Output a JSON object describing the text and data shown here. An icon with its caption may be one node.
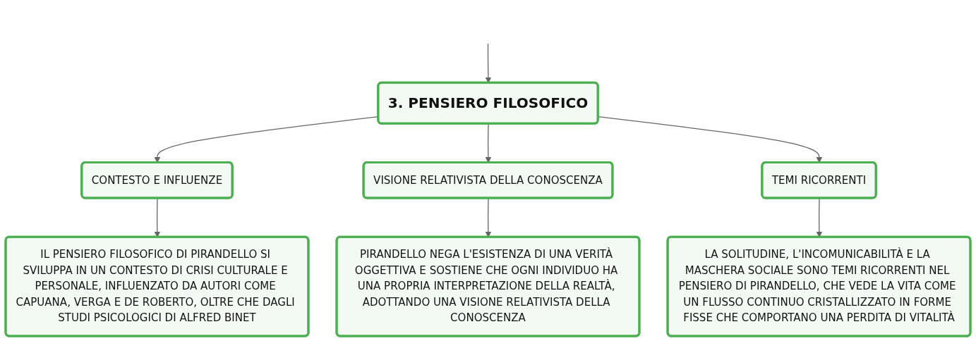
{
  "diagram": {
    "nodes": [
      {
        "text": [
          "3. PENSIERO FILOSOFICO"
        ]
      },
      {
        "text": [
          "CONTESTO E INFLUENZE"
        ]
      },
      {
        "text": [
          "VISIONE RELATIVISTA DELLA CONOSCENZA"
        ]
      },
      {
        "text": [
          "TEMI RICORRENTI"
        ]
      },
      {
        "text": [
          "IL PENSIERO FILOSOFICO DI PIRANDELLO SI SVILUPPA IN UN CONTESTO DI CRISI CULTURALE E PERSONALE, INFLUENZATO DA AUTORI COME CAPUANA, VERGA E DE ROBERTO, OLTRE CHE DAGLI STUDI PSICOLOGICI DI ALFRED BINET"
        ]
      },
      {
        "text": [
          "PIRANDELLO NEGA L'ESISTENZA DI UNA VERITÀ OGGETTIVA E SOSTIENE CHE OGNI INDIVIDUO HA UNA PROPRIA INTERPRETAZIONE DELLA REALTÀ, ADOTTANDO UNA VISIONE RELATIVISTA DELLA CONOSCENZA"
        ]
      },
      {
        "text": [
          "LA SOLITUDINE, L'INCOMUNICABILITÀ E LA MASCHERA SOCIALE SONO TEMI RICORRENTI NEL PENSIERO DI PIRANDELLO, CHE VEDE LA VITA COME UN FLUSSO CONTINUO CRISTALLIZZATO IN FORME FISSE CHE COMPORTANO UNA PERDITA DI VITALITÀ"
        ]
      }
    ],
    "edges": [
      {
        "from": null,
        "to": 0,
        "arrow": "to"
      },
      {
        "from": 0,
        "to": 1,
        "arrow": "to"
      },
      {
        "from": 0,
        "to": 2,
        "arrow": "to"
      },
      {
        "from": 0,
        "to": 3,
        "arrow": "to"
      },
      {
        "from": 1,
        "to": 4,
        "arrow": "to"
      },
      {
        "from": 2,
        "to": 5,
        "arrow": "to"
      },
      {
        "from": 3,
        "to": 6,
        "arrow": "to"
      }
    ]
  }
}
